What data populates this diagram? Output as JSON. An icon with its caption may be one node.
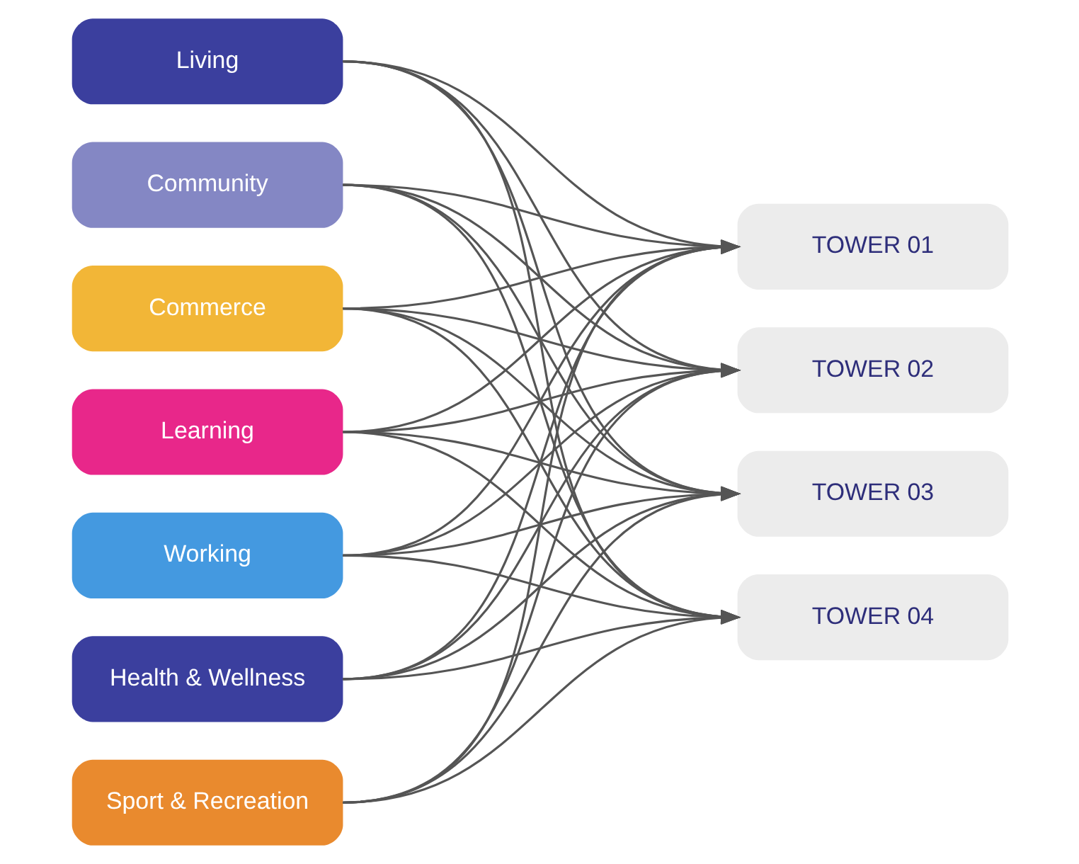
{
  "diagram": {
    "nodes": [
      {
        "text": [
          "Living"
        ]
      },
      {
        "text": [
          "Community"
        ]
      },
      {
        "text": [
          "Commerce"
        ]
      },
      {
        "text": [
          "Learning"
        ]
      },
      {
        "text": [
          "Working"
        ]
      },
      {
        "text": [
          "Health & Wellness"
        ]
      },
      {
        "text": [
          "Sport & Recreation"
        ]
      },
      {
        "text": [
          "TOWER 01"
        ]
      },
      {
        "text": [
          "TOWER 02"
        ]
      },
      {
        "text": [
          "TOWER 03"
        ]
      },
      {
        "text": [
          "TOWER 04"
        ]
      }
    ],
    "edges": [
      {
        "from": 0,
        "to": 7,
        "arrow": "to"
      },
      {
        "from": 0,
        "to": 8,
        "arrow": "to"
      },
      {
        "from": 0,
        "to": 9,
        "arrow": "to"
      },
      {
        "from": 0,
        "to": 10,
        "arrow": "to"
      },
      {
        "from": 1,
        "to": 7,
        "arrow": "to"
      },
      {
        "from": 1,
        "to": 8,
        "arrow": "to"
      },
      {
        "from": 1,
        "to": 9,
        "arrow": "to"
      },
      {
        "from": 1,
        "to": 10,
        "arrow": "to"
      },
      {
        "from": 2,
        "to": 7,
        "arrow": "to"
      },
      {
        "from": 2,
        "to": 8,
        "arrow": "to"
      },
      {
        "from": 2,
        "to": 9,
        "arrow": "to"
      },
      {
        "from": 2,
        "to": 10,
        "arrow": "to"
      },
      {
        "from": 3,
        "to": 7,
        "arrow": "to"
      },
      {
        "from": 3,
        "to": 8,
        "arrow": "to"
      },
      {
        "from": 3,
        "to": 9,
        "arrow": "to"
      },
      {
        "from": 3,
        "to": 10,
        "arrow": "to"
      },
      {
        "from": 4,
        "to": 7,
        "arrow": "to"
      },
      {
        "from": 4,
        "to": 8,
        "arrow": "to"
      },
      {
        "from": 4,
        "to": 9,
        "arrow": "to"
      },
      {
        "from": 4,
        "to": 10,
        "arrow": "to"
      },
      {
        "from": 5,
        "to": 7,
        "arrow": "to"
      },
      {
        "from": 5,
        "to": 8,
        "arrow": "to"
      },
      {
        "from": 5,
        "to": 9,
        "arrow": "to"
      },
      {
        "from": 5,
        "to": 10,
        "arrow": "to"
      },
      {
        "from": 6,
        "to": 7,
        "arrow": "to"
      },
      {
        "from": 6,
        "to": 8,
        "arrow": "to"
      },
      {
        "from": 6,
        "to": 9,
        "arrow": "to"
      },
      {
        "from": 6,
        "to": 10,
        "arrow": "to"
      }
    ]
  }
}
